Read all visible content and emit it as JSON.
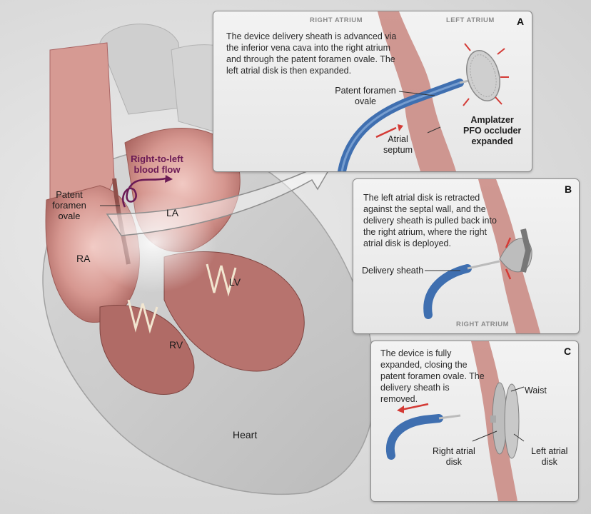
{
  "heart_labels": {
    "patent_foramen_ovale": "Patent\nforamen\novale",
    "right_to_left": "Right-to-left\nblood flow",
    "la": "LA",
    "ra": "RA",
    "lv": "LV",
    "rv": "RV",
    "heart": "Heart"
  },
  "panel_a": {
    "letter": "A",
    "header_left": "RIGHT ATRIUM",
    "header_right": "LEFT ATRIUM",
    "text": "The device delivery sheath is advanced via the inferior vena cava into the right atrium and through the patent foramen ovale. The left atrial disk is then expanded.",
    "label_pfo": "Patent foramen\novale",
    "label_septum": "Atrial\nseptum",
    "label_device": "Amplatzer\nPFO occluder\nexpanded"
  },
  "panel_b": {
    "letter": "B",
    "text": "The left atrial disk is retracted against the septal wall, and the delivery sheath is pulled back into the right atrium, where the right atrial disk is deployed.",
    "label_sheath": "Delivery sheath",
    "footer": "RIGHT ATRIUM"
  },
  "panel_c": {
    "letter": "C",
    "text": "The device is fully expanded, closing the patent foramen ovale. The delivery sheath is removed.",
    "label_waist": "Waist",
    "label_right_disk": "Right atrial\ndisk",
    "label_left_disk": "Left atrial\ndisk"
  },
  "colors": {
    "tissue": "#c98780",
    "chamber": "#e8b0aa",
    "sheath": "#3f6fb0",
    "arrow_red": "#d43a35",
    "flow": "#6a1a55"
  }
}
